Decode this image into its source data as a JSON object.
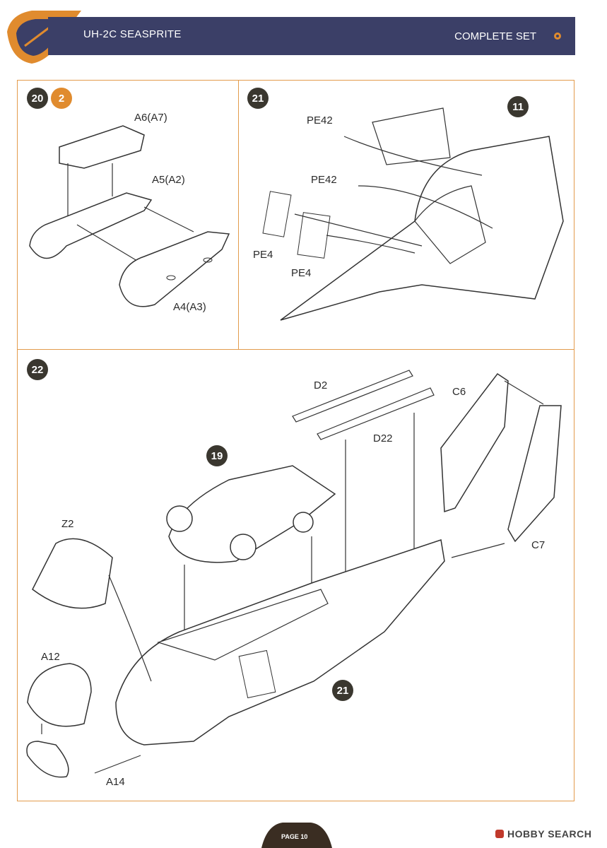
{
  "header": {
    "title": "UH-2C SEASPRITE",
    "right_label": "COMPLETE SET",
    "colors": {
      "bar": "#3b3f67",
      "accent": "#e08b2e"
    }
  },
  "steps": [
    {
      "number": "20",
      "substep": "2",
      "parts": [
        "A6(A7)",
        "A5(A2)",
        "A4(A3)"
      ]
    },
    {
      "number": "21",
      "ref": "11",
      "parts": [
        "PE42",
        "PE42",
        "PE4",
        "PE4"
      ]
    },
    {
      "number": "22",
      "refs": [
        "19",
        "21"
      ],
      "parts": [
        "D2",
        "D22",
        "C6",
        "C7",
        "Z2",
        "A12",
        "A14"
      ]
    }
  ],
  "footer": {
    "page_label": "PAGE 10",
    "watermark": "HOBBY SEARCH"
  }
}
